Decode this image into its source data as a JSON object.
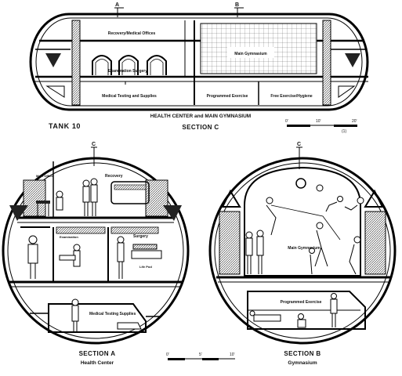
{
  "section_c": {
    "markers": {
      "a": "A",
      "b": "B"
    },
    "rooms": {
      "recovery_offices": "Recovery/Medical Offices",
      "surgery": "Examination Surgery",
      "main_gym": "Main Gymnasium",
      "testing": "Medical Testing and Supplies",
      "programmed_exercise": "Programmed Exercise",
      "free_exercise": "Free Exercise/Hygiene"
    },
    "caption": "HEALTH CENTER and MAIN GYMNASIUM",
    "tank_label": "TANK 10",
    "section_label": "SECTION  C",
    "scale": {
      "t0": "0'",
      "t1": "10'",
      "t2": "20'",
      "unit": "(1)"
    }
  },
  "section_a": {
    "marker": "C",
    "rooms": {
      "main_office": "Main Office",
      "recovery": "Recovery",
      "examination": "Examination",
      "surgery": "Surgery",
      "life_pod": "Life Pod",
      "testing": "Medical Testing Supplies"
    },
    "title": "SECTION  A",
    "subtitle": "Health Center"
  },
  "section_b": {
    "marker": "C",
    "rooms": {
      "main_gym": "Main Gymnasium",
      "programmed_exercise": "Programmed Exercise"
    },
    "title": "SECTION  B",
    "subtitle": "Gymnasium"
  },
  "bottom_scale": {
    "t0": "0'",
    "t1": "5'",
    "t2": "10'"
  }
}
